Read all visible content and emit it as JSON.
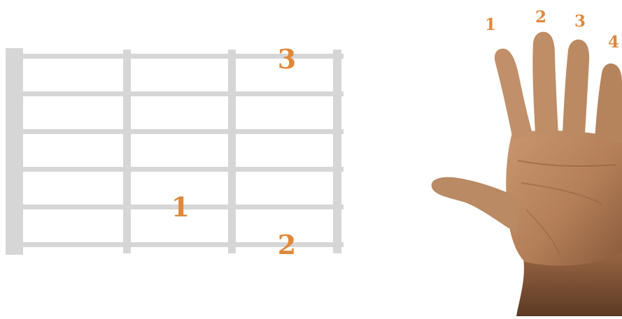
{
  "fretboard": {
    "color_line": "#d6d6d6",
    "color_finger": "#e0883a",
    "finger_markers": [
      {
        "label": "3",
        "string": 1,
        "fret": 3
      },
      {
        "label": "1",
        "string": 5,
        "fret": 2
      },
      {
        "label": "2",
        "string": 6,
        "fret": 3
      }
    ]
  },
  "hand": {
    "skin_color": "#bb8660",
    "finger_labels": [
      {
        "label": "1"
      },
      {
        "label": "2"
      },
      {
        "label": "3"
      },
      {
        "label": "4"
      }
    ]
  }
}
